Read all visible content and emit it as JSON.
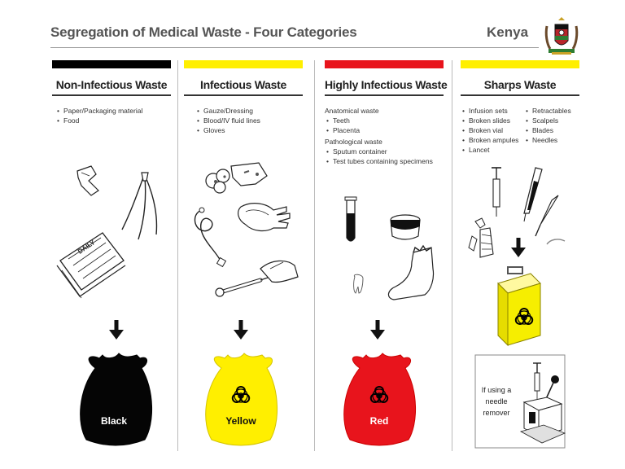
{
  "header": {
    "title": "Segregation of Medical Waste - Four Categories",
    "country": "Kenya"
  },
  "colors": {
    "black": "#000000",
    "yellow": "#ffef00",
    "red": "#e8141c",
    "sharps_box": "#f6ee00"
  },
  "columns": [
    {
      "heading": "Non-Infectious Waste",
      "bar_color": "#000000",
      "items": [
        "Paper/Packaging material",
        "Food"
      ],
      "bag_label": "Black"
    },
    {
      "heading": "Infectious Waste",
      "bar_color": "#ffef00",
      "items": [
        "Gauze/Dressing",
        "Blood/IV fluid lines",
        "Gloves"
      ],
      "bag_label": "Yellow"
    },
    {
      "heading": "Highly Infectious Waste",
      "bar_color": "#e8141c",
      "group1_title": "Anatomical waste",
      "group1_items": [
        "Teeth",
        "Placenta"
      ],
      "group2_title": "Pathological waste",
      "group2_items": [
        "Sputum container",
        "Test tubes containing specimens"
      ],
      "bag_label": "Red"
    },
    {
      "heading": "Sharps Waste",
      "bar_color": "#ffef00",
      "items_left": [
        "Infusion sets",
        "Broken slides",
        "Broken vial",
        "Broken ampules",
        "Lancet"
      ],
      "items_right": [
        "Retractables",
        "Scalpels",
        "Blades",
        "Needles"
      ],
      "remover_label": [
        "If using a",
        "needle",
        "remover"
      ]
    }
  ],
  "illustrations": {
    "newspaper_text": "DAILY"
  }
}
